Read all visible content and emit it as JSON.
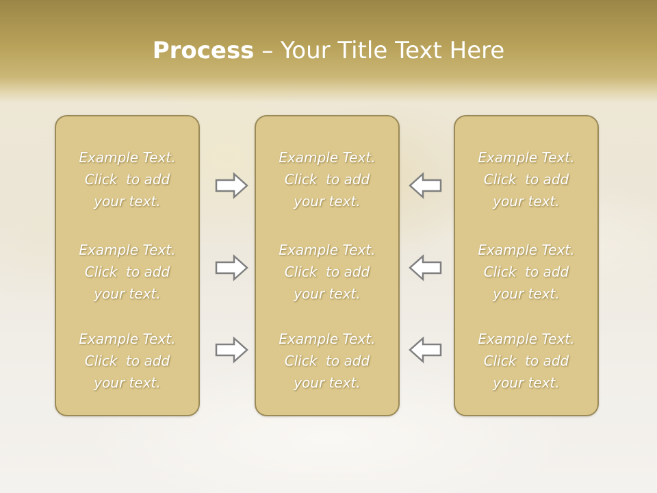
{
  "slide": {
    "title_bold": "Process",
    "title_rest": " – Your Title Text Here",
    "columns": [
      {
        "items": [
          {
            "l1": "Example Text.",
            "l2": "Click  to add",
            "l3": "your text."
          },
          {
            "l1": "Example Text.",
            "l2": "Click  to add",
            "l3": "your text."
          },
          {
            "l1": "Example Text.",
            "l2": "Click  to add",
            "l3": "your text."
          }
        ]
      },
      {
        "items": [
          {
            "l1": "Example Text.",
            "l2": "Click  to add",
            "l3": "your text."
          },
          {
            "l1": "Example Text.",
            "l2": "Click  to add",
            "l3": "your text."
          },
          {
            "l1": "Example Text.",
            "l2": "Click  to add",
            "l3": "your text."
          }
        ]
      },
      {
        "items": [
          {
            "l1": "Example Text.",
            "l2": "Click  to add",
            "l3": "your text."
          },
          {
            "l1": "Example Text.",
            "l2": "Click  to add",
            "l3": "your text."
          },
          {
            "l1": "Example Text.",
            "l2": "Click  to add",
            "l3": "your text."
          }
        ]
      }
    ],
    "arrows": {
      "left_group": "right-arrow-icon",
      "right_group": "left-arrow-icon"
    }
  },
  "colors": {
    "title_band": "#b8a25a",
    "box_fill": "#dcc88c",
    "box_border": "#9a8a58",
    "arrow_fill": "#ffffff",
    "arrow_stroke": "#7f7f7f",
    "text": "#ffffff"
  }
}
